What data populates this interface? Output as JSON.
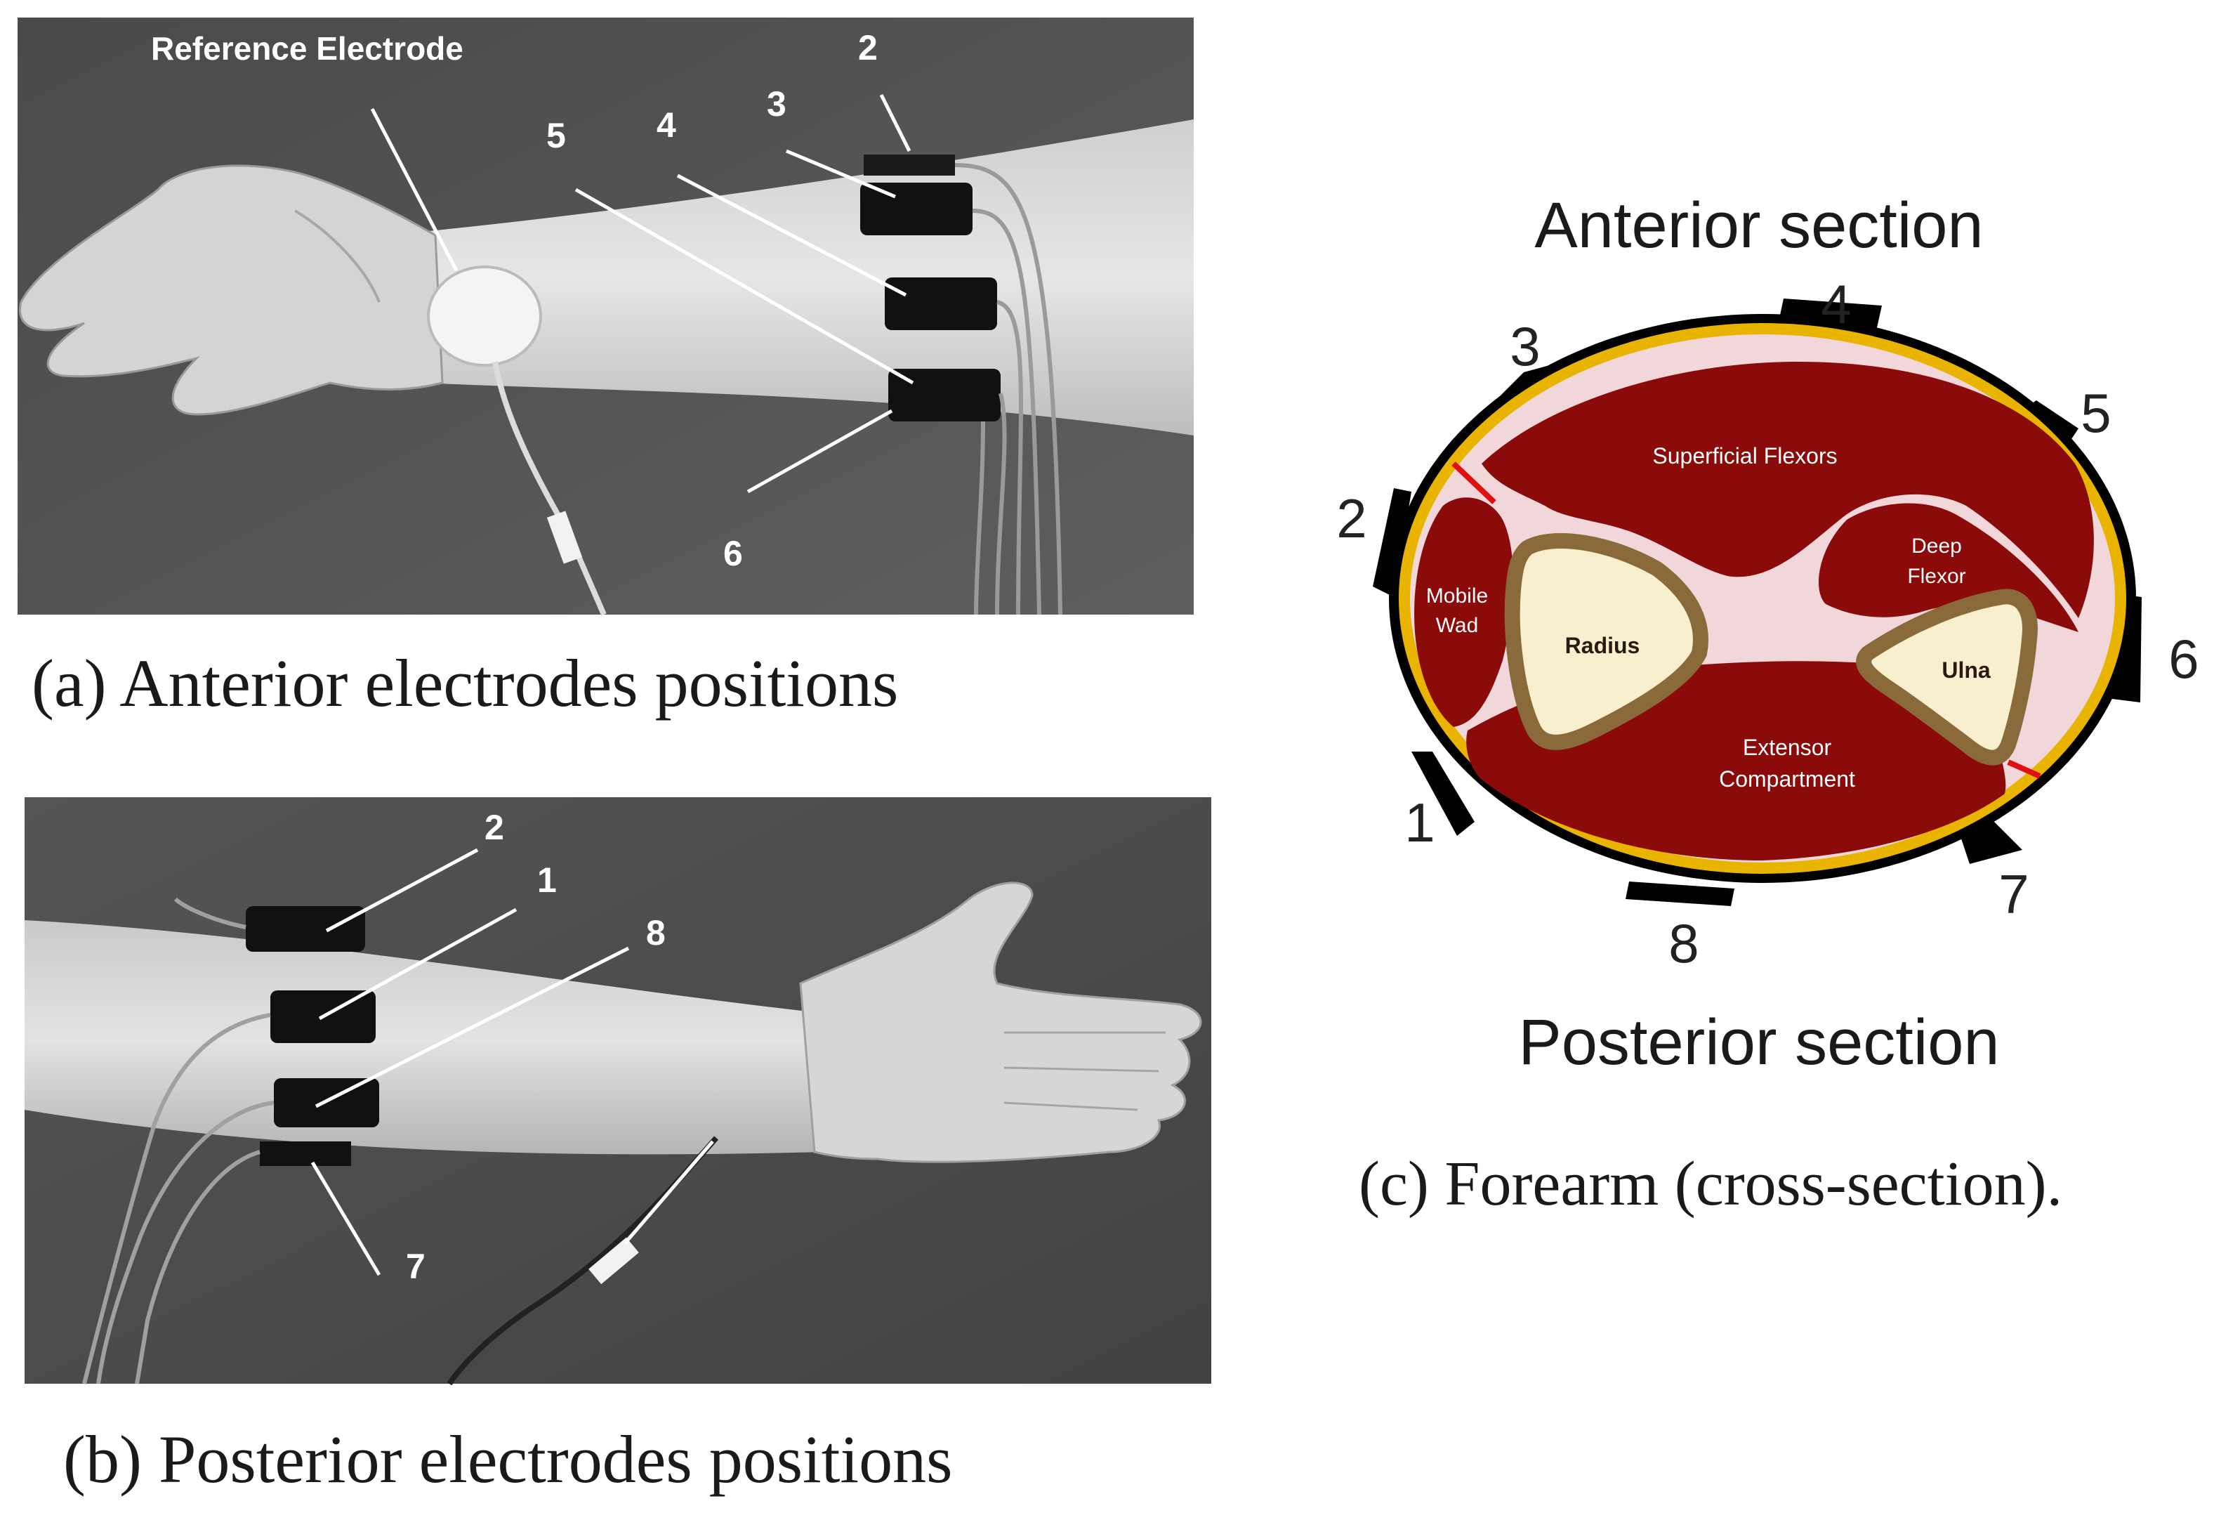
{
  "panel_a": {
    "caption": "(a) Anterior electrodes positions",
    "reference_label": "Reference Electrode",
    "electrode_labels": [
      "2",
      "3",
      "4",
      "5",
      "6"
    ]
  },
  "panel_b": {
    "caption": "(b) Posterior electrodes positions",
    "electrode_labels": [
      "2",
      "1",
      "8",
      "7"
    ]
  },
  "panel_c": {
    "caption": "(c) Forearm (cross-section).",
    "top_title": "Anterior section",
    "bottom_title": "Posterior section",
    "electrode_numbers": [
      "1",
      "2",
      "3",
      "4",
      "5",
      "6",
      "7",
      "8"
    ],
    "regions": {
      "superficial_flexors": "Superficial Flexors",
      "mobile_wad_1": "Mobile",
      "mobile_wad_2": "Wad",
      "deep_flexor_1": "Deep",
      "deep_flexor_2": "Flexor",
      "extensor_1": "Extensor",
      "extensor_2": "Compartment",
      "radius": "Radius",
      "ulna": "Ulna"
    },
    "colors": {
      "muscle": "#8b0a0a",
      "skin_ring": "#e8b400",
      "fascia": "#f1d6da",
      "bone_ring": "#8a6a3a",
      "bone_marrow": "#f8efcf",
      "electrode": "#000000",
      "divider": "#e01010"
    }
  }
}
